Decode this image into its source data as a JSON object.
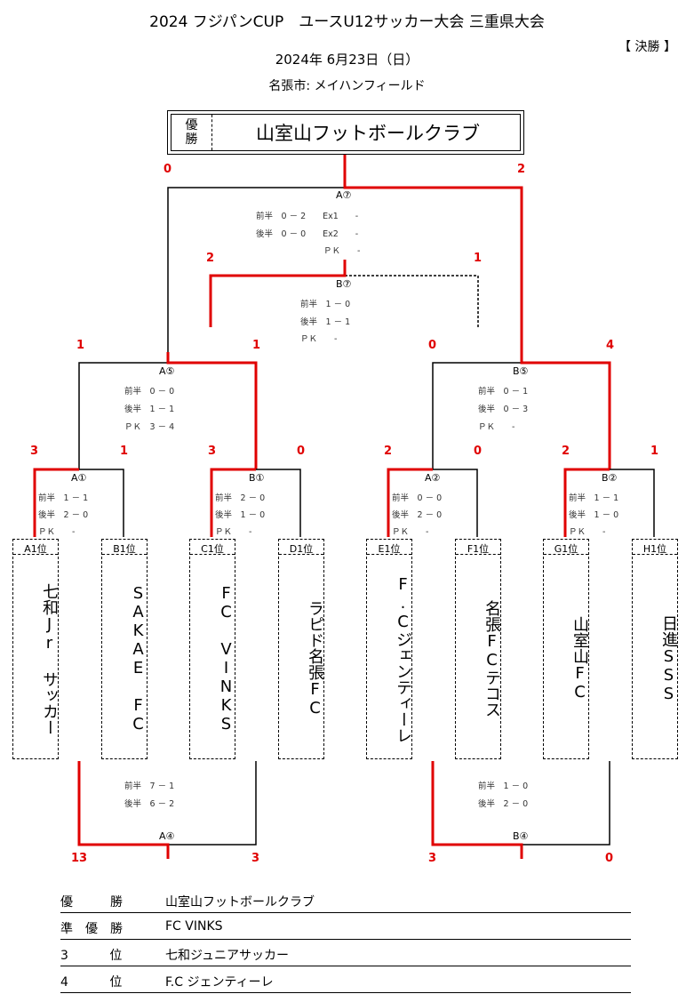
{
  "header": {
    "title": "2024 フジパンCUP　ユースU12サッカー大会 三重県大会",
    "stage_label": "【 決勝 】",
    "date": "2024年 6月23日（日）",
    "venue": "名張市: メイハンフィールド"
  },
  "champion_box": {
    "tag": "優勝",
    "name": "山室山フットボールクラブ"
  },
  "teams": [
    {
      "rank": "A1位",
      "name": "七和Jr サッカー"
    },
    {
      "rank": "B1位",
      "name": "SAKAE FC"
    },
    {
      "rank": "C1位",
      "name": "FC VINKS"
    },
    {
      "rank": "D1位",
      "name": "ラピド名張FC"
    },
    {
      "rank": "E1位",
      "name": "F.Cジェンティーレ"
    },
    {
      "rank": "F1位",
      "name": "名張FCテコス"
    },
    {
      "rank": "G1位",
      "name": "山室山FC"
    },
    {
      "rank": "H1位",
      "name": "日進SSS"
    }
  ],
  "matches": {
    "A1": {
      "label": "A①",
      "score_left": "3",
      "score_right": "1",
      "lines": [
        "前半　1 － 1",
        "後半　2 － 0",
        "ＰＫ　　-"
      ]
    },
    "B1": {
      "label": "B①",
      "score_left": "3",
      "score_right": "0",
      "lines": [
        "前半　2 － 0",
        "後半　1 － 0",
        "ＰＫ　　-"
      ]
    },
    "A2": {
      "label": "A②",
      "score_left": "2",
      "score_right": "0",
      "lines": [
        "前半　0 － 0",
        "後半　2 － 0",
        "ＰＫ　　-"
      ]
    },
    "B2": {
      "label": "B②",
      "score_left": "2",
      "score_right": "1",
      "lines": [
        "前半　1 － 1",
        "後半　1 － 0",
        "ＰＫ　　-"
      ]
    },
    "A5": {
      "label": "A⑤",
      "score_left": "1",
      "score_right": "1",
      "lines": [
        "前半　0 － 0",
        "後半　1 － 1",
        "ＰＫ　3 － 4"
      ]
    },
    "B5": {
      "label": "B⑤",
      "score_left": "0",
      "score_right": "4",
      "lines": [
        "前半　0 － 1",
        "後半　0 － 3",
        "ＰＫ　　-"
      ]
    },
    "A7": {
      "label": "A⑦",
      "score_left": "0",
      "score_right": "2",
      "lines": [
        "前半　0 － 2　　Ex1　　-",
        "後半　0 － 0　　Ex2　　-",
        "　　　　　　　　ＰＫ　　-"
      ]
    },
    "B7": {
      "label": "B⑦",
      "score_left": "2",
      "score_right": "1",
      "lines": [
        "前半　1 － 0",
        "後半　1 － 1",
        "ＰＫ　　-"
      ]
    },
    "A4": {
      "label": "A④",
      "score_left": "13",
      "score_right": "3",
      "lines": [
        "前半　7 － 1",
        "後半　6 － 2"
      ]
    },
    "B4": {
      "label": "B④",
      "score_left": "3",
      "score_right": "0",
      "lines": [
        "前半　1 － 0",
        "後半　2 － 0"
      ]
    }
  },
  "results": [
    {
      "label": "優　　　勝",
      "value": "山室山フットボールクラブ"
    },
    {
      "label": "準　優　勝",
      "value": "FC VINKS"
    },
    {
      "label": "3　　　 位",
      "value": "七和ジュニアサッカー"
    },
    {
      "label": "4　　　 位",
      "value": "F.C ジェンティーレ"
    }
  ],
  "colors": {
    "winner_line": "#e00000",
    "line": "#000000"
  }
}
